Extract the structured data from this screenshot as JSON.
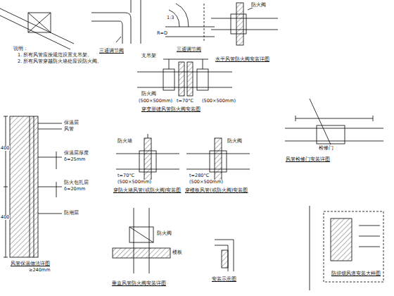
{
  "diagram": {
    "labels": [
      "说明：",
      "1. 所有风管应按规范设置支吊架。",
      "2. 所有风管穿越防火墙处应设防火阀。",
      "三通调节阀",
      "三通调节阀",
      "1:3",
      "R=D",
      "防火阀",
      "水平风管防火阀安装详图",
      "防火阀",
      "支吊架",
      "(500×500mm)",
      "(500×500mm)",
      "t=70°C",
      "穿变形缝风管防火阀安装图",
      "防火墙",
      "t=70°C",
      "(500×500mm)",
      "穿防火墙风管(或防火阀)安装图",
      "防火阀",
      "t=280°C",
      "(500×500mm)",
      "穿楼板风管(或防火阀)安装图",
      "风管检修门安装详图",
      "检修门",
      "保温层",
      "风管",
      "保温层厚度",
      "δ=25mm",
      "防火包扎层",
      "δ=20mm",
      "防潮层",
      "400",
      "400",
      "风管保温做法详图",
      "≥240mm",
      "垂直风管防火阀安装详图",
      "防火阀",
      "安装示意图",
      "防排烟风道安装大样图",
      "楼板"
    ]
  }
}
